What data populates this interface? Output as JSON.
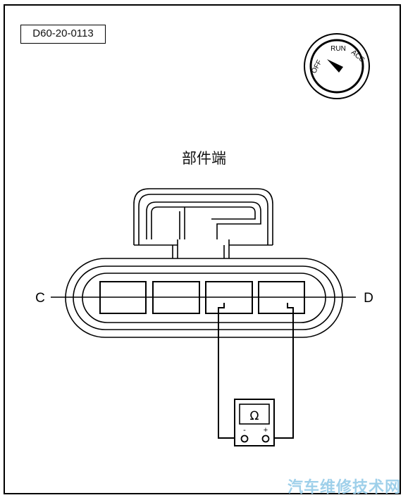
{
  "figure_id": "D60-20-0113",
  "title": "部件端",
  "ignition_switch": {
    "positions": [
      "OFF",
      "RUN",
      "ACC"
    ]
  },
  "pins": {
    "left": "C",
    "right": "D"
  },
  "meter": {
    "symbol": "Ω",
    "neg": "-",
    "pos": "+"
  },
  "watermark": "汽车维修技术网"
}
